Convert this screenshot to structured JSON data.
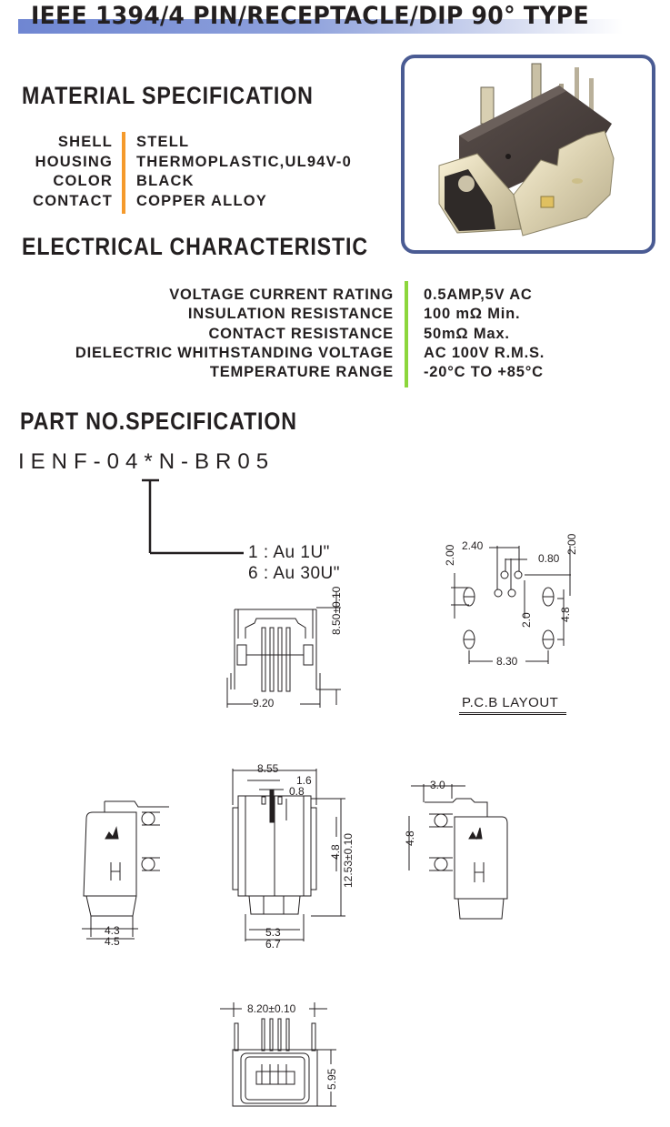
{
  "title": "IEEE 1394/4 PIN/RECEPTACLE/DIP 90° TYPE",
  "colors": {
    "banner_blue": "#6f86d2",
    "frame_blue": "#4a5b93",
    "material_separator": "#f59a2c",
    "electrical_separator": "#8cd63c",
    "text": "#231f20"
  },
  "material": {
    "heading": "MATERIAL SPECIFICATION",
    "rows": [
      {
        "label": "SHELL",
        "value": "STELL"
      },
      {
        "label": "HOUSING",
        "value": "THERMOPLASTIC,UL94V-0"
      },
      {
        "label": "COLOR",
        "value": "BLACK"
      },
      {
        "label": "CONTACT",
        "value": "COPPER ALLOY"
      }
    ]
  },
  "electrical": {
    "heading": "ELECTRICAL CHARACTERISTIC",
    "rows": [
      {
        "label": "VOLTAGE CURRENT RATING",
        "value": "0.5AMP,5V AC"
      },
      {
        "label": "INSULATION RESISTANCE",
        "value": "100 mΩ Min."
      },
      {
        "label": "CONTACT RESISTANCE",
        "value": "50mΩ Max."
      },
      {
        "label": "DIELECTRIC WHITHSTANDING VOLTAGE",
        "value": "AC 100V R.M.S."
      },
      {
        "label": "TEMPERATURE RANGE",
        "value": "-20°C TO +85°C"
      }
    ]
  },
  "part_number": {
    "heading": "PART NO.SPECIFICATION",
    "code": "IENF-04*N-BR05",
    "options": [
      "1 : Au 1U\"",
      "6 : Au 30U\""
    ]
  },
  "photo": {
    "icon": "connector-photo"
  },
  "drawings": {
    "front_view": {
      "width": "9.20",
      "height": "8.50±0.10"
    },
    "pcb_layout": {
      "title": "P.C.B LAYOUT",
      "dims": [
        "2.00",
        "2.40",
        "0.80",
        "2.00",
        "2.0",
        "4.8",
        "8.30"
      ]
    },
    "top_view": {
      "width": "8.55",
      "d1": "1.6",
      "d2": "0.8",
      "pitch": "4.8",
      "length": "12.53±0.10",
      "b1": "5.3",
      "b2": "6.7"
    },
    "left_view": {
      "d1": "4.3",
      "d2": "4.5"
    },
    "right_view": {
      "d1": "3.0",
      "pitch": "4.8"
    },
    "port_view": {
      "width": "8.20±0.10",
      "height": "5.95"
    }
  }
}
